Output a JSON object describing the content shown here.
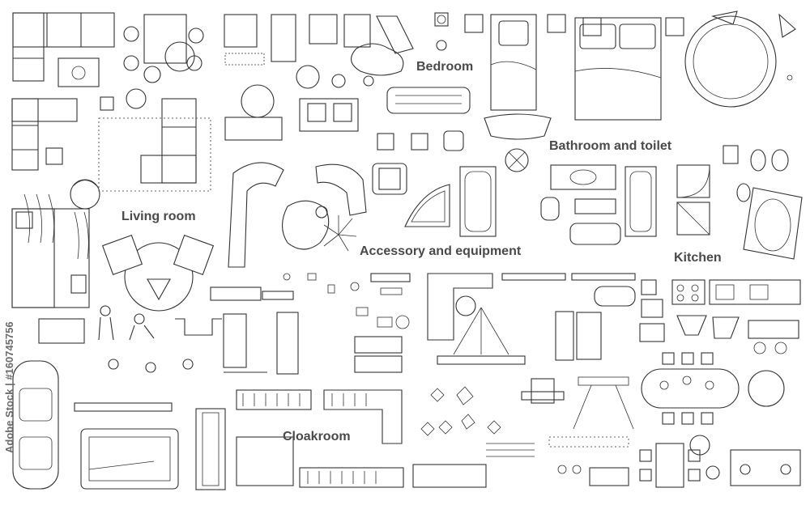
{
  "labels": {
    "bedroom": "Bedroom",
    "bathroom": "Bathroom and toilet",
    "living": "Living room",
    "accessory": "Accessory and equipment",
    "kitchen": "Kitchen",
    "cloakroom": "Cloakroom"
  },
  "watermark": "Adobe Stock | #160745756",
  "colors": {
    "line": "#333333",
    "label": "#4a4a4a",
    "background": "#ffffff"
  }
}
